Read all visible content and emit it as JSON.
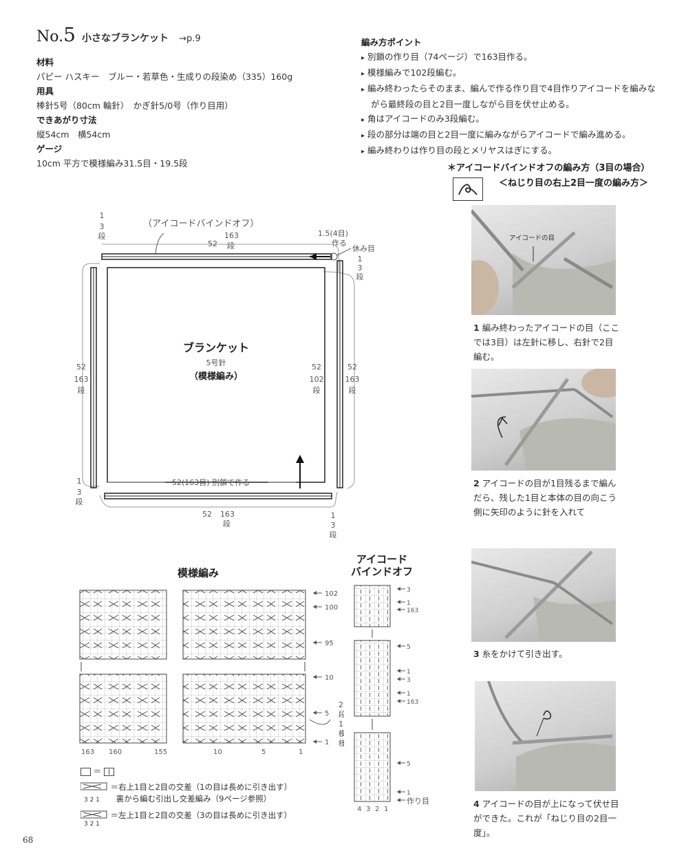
{
  "header": {
    "no_prefix": "No.",
    "number": "5",
    "title": "小さなブランケット",
    "page_ref": "→p.9"
  },
  "materials": {
    "h1": "材料",
    "yarn": "パピー ハスキー　ブルー・若草色・生成りの段染め（335）160g",
    "h2": "用具",
    "tools": "棒針5号（80cm 輪針）　かぎ針5/0号（作り目用）",
    "h3": "できあがり寸法",
    "size": "縦54cm　横54cm",
    "h4": "ゲージ",
    "gauge": "10cm 平方で模様編み31.5目・19.5段"
  },
  "points": {
    "heading": "編み方ポイント",
    "items": [
      "別鎖の作り目（74ページ）で163目作る。",
      "模様編みで102段編む。",
      "編み終わったらそのまま、編んで作る作り目で4目作りアイコードを編みながら最終段の目と2目一度しながら目を伏せ止める。",
      "角はアイコードのみ3段編む。",
      "段の部分は端の目と2目一度に編みながらアイコードで編み進める。",
      "編み終わりは作り目の段とメリヤスはぎにする。"
    ]
  },
  "howto": {
    "title": "＊アイコードバインドオフの編み方（3目の場合）",
    "subtitle": "＜ねじり目の右上2目一度の編み方＞"
  },
  "steps": [
    {
      "num": "1",
      "text": "編み終わったアイコードの目（ここでは3目）は左針に移し、右針で2目編む。",
      "photo_label": "アイコードの目"
    },
    {
      "num": "2",
      "text": "アイコードの目が1目残るまで編んだら、残した1目と本体の目の向こう側に矢印のように針を入れて"
    },
    {
      "num": "3",
      "text": "糸をかけて引き出す。"
    },
    {
      "num": "4",
      "text": "アイコードの目が上になって伏せ目ができた。これが「ねじり目の2目一度」。"
    }
  ],
  "diagram": {
    "bindoff_label": "（アイコードバインドオフ）",
    "top_w": "52",
    "top_st": "163",
    "top_unit": "段",
    "corner_tl": [
      "1",
      "3",
      "段"
    ],
    "make_label1": "1.5(4目)",
    "make_label2": "作る",
    "rest_label": "休み目",
    "corner_tr": [
      "1",
      "3",
      "段"
    ],
    "center_title": "ブランケット",
    "needle": "5号針",
    "pattern": "（模様編み）",
    "left_side": [
      "52",
      "163",
      "段"
    ],
    "inner_right": [
      "52",
      "102",
      "段"
    ],
    "outer_right": [
      "52",
      "163",
      "段"
    ],
    "bottom_inner": "52(163目) 別鎖で作る",
    "bottom_w": "52",
    "bottom_st": "163",
    "bottom_unit": "段",
    "corner_bl": [
      "1",
      "3",
      "段"
    ],
    "corner_br": [
      "1",
      "3",
      "段"
    ]
  },
  "chart1": {
    "title": "模様編み",
    "row_marks": [
      "102",
      "100",
      "95",
      "10",
      "5",
      "1"
    ],
    "col_marks": [
      "163",
      "160",
      "155",
      "10",
      "5",
      "1"
    ],
    "repeat_label": [
      "2",
      "段",
      "1",
      "模",
      "様"
    ]
  },
  "chart2": {
    "title1": "アイコード",
    "title2": "バインドオフ",
    "marks_top": [
      "3",
      "1",
      "163"
    ],
    "marks_mid": [
      "5",
      "1",
      "3",
      "1",
      "163"
    ],
    "marks_bot": [
      "5",
      "1"
    ],
    "cast_on": "作り目",
    "cols": [
      "4",
      "3",
      "2",
      "1"
    ]
  },
  "legend": {
    "box_eq": "＝",
    "l1": "＝右上1目と2目の交差（1の目は長めに引き出す）",
    "l1b": "裏から編む引出し交差編み（9ページ参照）",
    "l2": "＝左上1目と2目の交差（3の目は長めに引き出す）",
    "digits": "3 2 1"
  },
  "page_number": "68"
}
